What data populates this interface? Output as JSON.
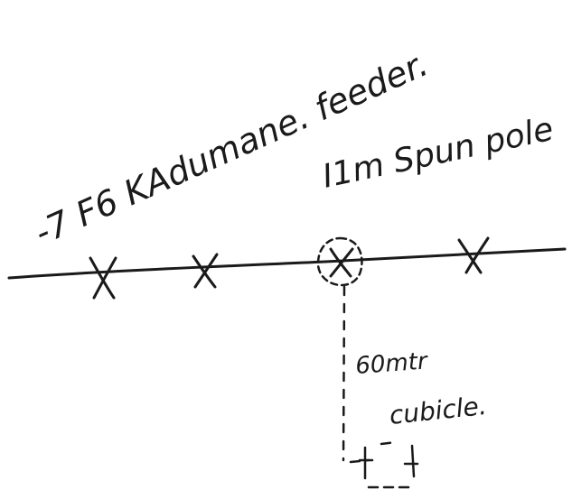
{
  "diagram": {
    "feeder_label": "-7 F6 KAdumane. feeder.",
    "pole_label": "I1m Spun pole",
    "distance_label": "60mtr",
    "cubicle_label": "cubicle.",
    "pole_count": 4,
    "ink_color": "#1a1a1a",
    "background_color": "#ffffff"
  }
}
